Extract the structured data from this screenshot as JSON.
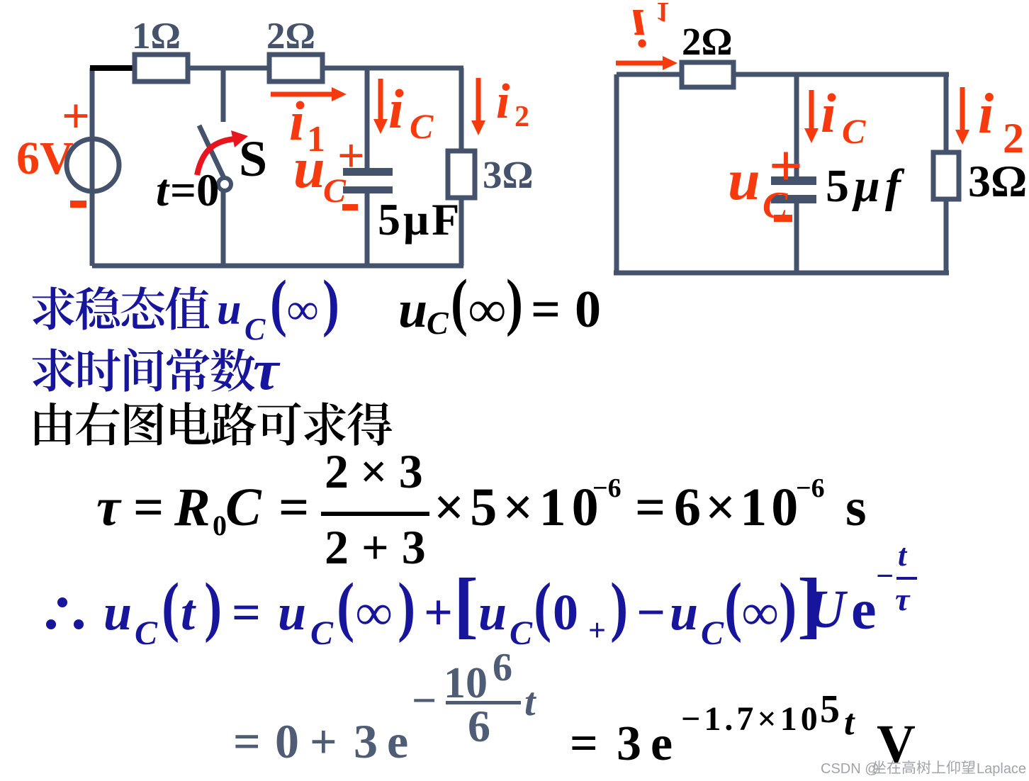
{
  "slide": {
    "kind": "circuit-analysis-slide",
    "language": "zh"
  },
  "colors": {
    "wire": "#44526C",
    "red": "#F63A0D",
    "blue": "#17159B",
    "black": "#000000",
    "slate_equation": "#4E5C76",
    "watermark": "#A0A4AA"
  },
  "circuit_left": {
    "r1": "1Ω",
    "r2": "2Ω",
    "r3": "3Ω",
    "source_v": "6V",
    "source_plus": "+",
    "source_minus": "−",
    "sw_t": "t",
    "sw_eq0": "=0",
    "sw_s": "S",
    "i1": "i",
    "i1_sub": "1",
    "ic": "i",
    "ic_sub": "C",
    "i2": "i",
    "i2_sub": "2",
    "uc": "u",
    "uc_sub": "C",
    "uc_plus": "+",
    "uc_minus": "−",
    "cap": "5μF"
  },
  "circuit_right": {
    "r2": "2Ω",
    "r3": "3Ω",
    "cap_5": "5",
    "cap_mu": "μ",
    "cap_f": "f",
    "i_rot": "i",
    "i_rot_sub": "1",
    "ic": "i",
    "ic_sub": "C",
    "i2": "i",
    "i2_sub": "2",
    "uc": "u",
    "uc_sub": "C",
    "uc_plus": "+",
    "uc_minus": "−"
  },
  "statements": {
    "find_steady": "求稳态值",
    "find_tau": "求时间常数",
    "tau": "τ",
    "from_right": "由右图电路可求得",
    "uc_inf_blue": {
      "u": "u",
      "sub": "C",
      "lp": "(",
      "inf": "∞",
      "rp": ")"
    },
    "uc_inf_black": {
      "u": "u",
      "sub": "C",
      "lp": "(",
      "inf": "∞",
      "rp": ")",
      "eq": "=",
      "zero": "0"
    }
  },
  "eq_tau": {
    "tau": "τ",
    "eq1": "=",
    "r": "R",
    "r_sub": "0",
    "c": "C",
    "eq2": "=",
    "num": "2×3",
    "den": "2+3",
    "mul1": "×5×10",
    "sup1": "−6",
    "eq3": "=",
    "val": "6×10",
    "sup2": "−6",
    "unit": "s"
  },
  "eq_general": {
    "therefore": "∴",
    "u1": "u",
    "u1_sub": "C",
    "lp1": "(",
    "t": "t",
    "rp1": ")",
    "eq": "=",
    "u2": "u",
    "u2_sub": "C",
    "lp2": "(",
    "inf1": "∞",
    "rp2": ")",
    "plus": "+",
    "lbracket": "[",
    "u3": "u",
    "u3_sub": "C",
    "lp3": "(",
    "zero": "0",
    "zero_sub": "+",
    "rp3": ")",
    "minus": "−",
    "u4": "u",
    "u4_sub": "C",
    "lp4": "(",
    "inf2": "∞",
    "rp4": ")",
    "rbracket": "]",
    "U": "U",
    "e": "e",
    "exp_minus": "−",
    "exp_t": "t",
    "exp_tau": "τ"
  },
  "eq_result": {
    "eq1": "=",
    "zero": "0",
    "plus": "+",
    "three": "3",
    "e1": "e",
    "exp1_minus": "−",
    "exp1_num": "10",
    "exp1_num_sup": "6",
    "exp1_den": "6",
    "exp1_t": "t",
    "eq2": "=",
    "three2": "3",
    "e2": "e",
    "exp2": "−1.7×10",
    "exp2_sup": "5",
    "exp2_t": "t",
    "unit": "V"
  },
  "watermark": {
    "pre": "CSDN @",
    "cn": "坐在高树上仰望",
    "post": "Laplace"
  }
}
